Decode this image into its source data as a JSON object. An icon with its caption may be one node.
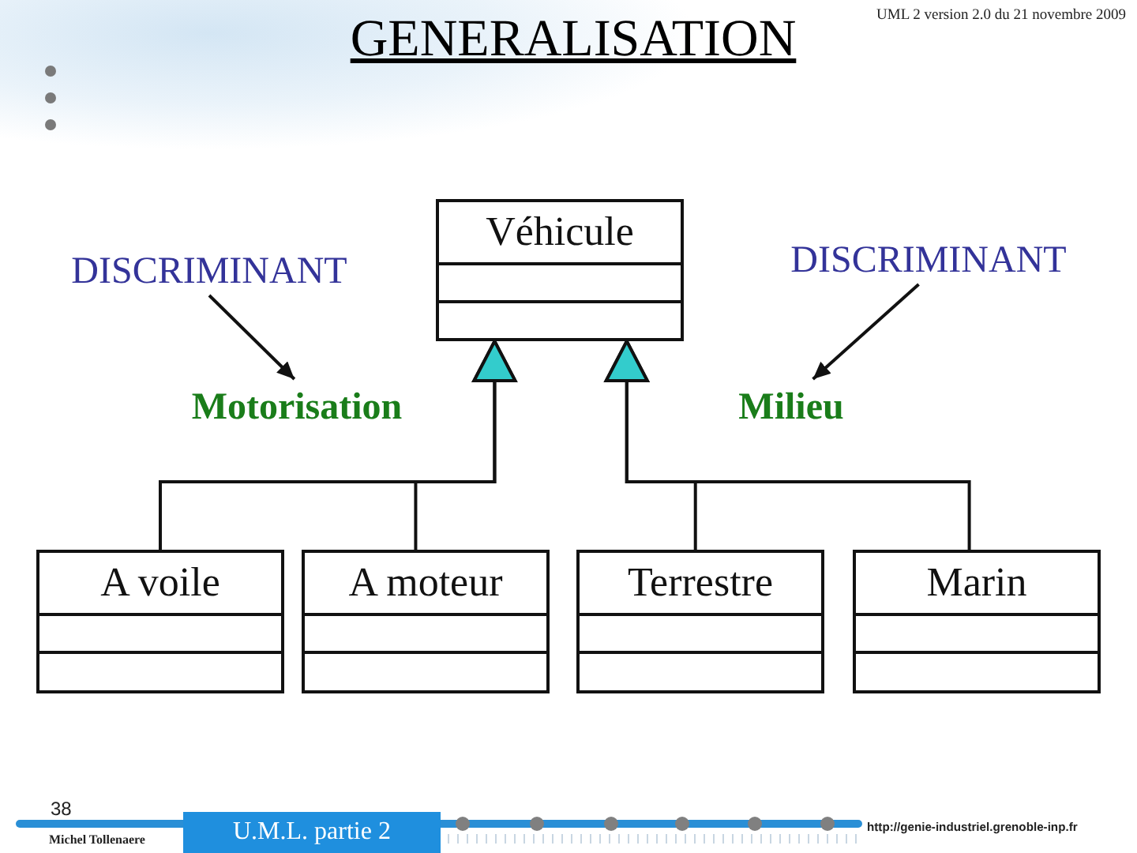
{
  "diagram": {
    "title": "GENERALISATION",
    "nodes": [
      {
        "text": [
          "DISCRIMINANT"
        ]
      },
      {
        "text": [
          "Véhicule"
        ]
      },
      {
        "text": [
          "DISCRIMINANT"
        ]
      },
      {
        "text": [
          "Motorisation"
        ]
      },
      {
        "text": [
          "Milieu"
        ]
      },
      {
        "text": [
          "A voile"
        ]
      },
      {
        "text": [
          "A moteur"
        ]
      },
      {
        "text": [
          "Terrestre"
        ]
      },
      {
        "text": [
          "Marin"
        ]
      }
    ],
    "edges": [
      {
        "from": 5,
        "to": 1,
        "arrow": "to"
      },
      {
        "from": 6,
        "to": 1,
        "arrow": "to"
      },
      {
        "from": 7,
        "to": 1,
        "arrow": "to"
      },
      {
        "from": 8,
        "to": 1,
        "arrow": "to"
      },
      {
        "from": 0,
        "to": 3,
        "arrow": "to"
      },
      {
        "from": 2,
        "to": 4,
        "arrow": "to"
      }
    ],
    "labels": [
      "UML 2 version 2.0 du 21 novembre 2009",
      "38",
      "Michel Tollenaere",
      "U.M.L. partie 2",
      "http://genie-industriel.grenoble-inp.fr"
    ]
  }
}
